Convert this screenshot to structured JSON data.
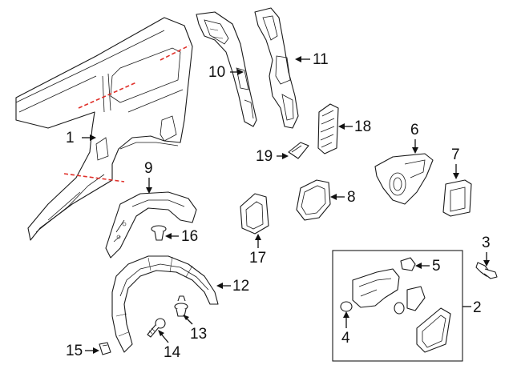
{
  "diagram": {
    "callouts": [
      {
        "id": "1",
        "label": "1"
      },
      {
        "id": "2",
        "label": "2"
      },
      {
        "id": "3",
        "label": "3"
      },
      {
        "id": "4",
        "label": "4"
      },
      {
        "id": "5",
        "label": "5"
      },
      {
        "id": "6",
        "label": "6"
      },
      {
        "id": "7",
        "label": "7"
      },
      {
        "id": "8",
        "label": "8"
      },
      {
        "id": "9",
        "label": "9"
      },
      {
        "id": "10",
        "label": "10"
      },
      {
        "id": "11",
        "label": "11"
      },
      {
        "id": "12",
        "label": "12"
      },
      {
        "id": "13",
        "label": "13"
      },
      {
        "id": "14",
        "label": "14"
      },
      {
        "id": "15",
        "label": "15"
      },
      {
        "id": "16",
        "label": "16"
      },
      {
        "id": "17",
        "label": "17"
      },
      {
        "id": "18",
        "label": "18"
      },
      {
        "id": "19",
        "label": "19"
      }
    ],
    "colors": {
      "line": "#1a1a1a",
      "cut_line": "#e0302a",
      "background": "#ffffff"
    }
  }
}
